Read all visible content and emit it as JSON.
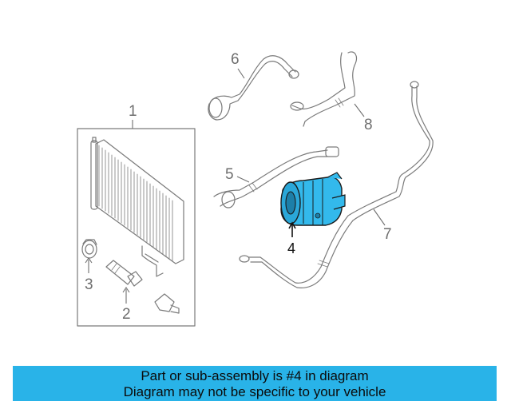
{
  "diagram": {
    "highlight_color": "#33b9ec",
    "callouts": [
      "1",
      "2",
      "3",
      "4",
      "5",
      "6",
      "7",
      "8"
    ],
    "highlighted_part": "4"
  },
  "banner": {
    "line1": "Part or sub-assembly is #4 in diagram",
    "line2": "Diagram may not be specific to your vehicle",
    "background": "#29b3e8"
  }
}
